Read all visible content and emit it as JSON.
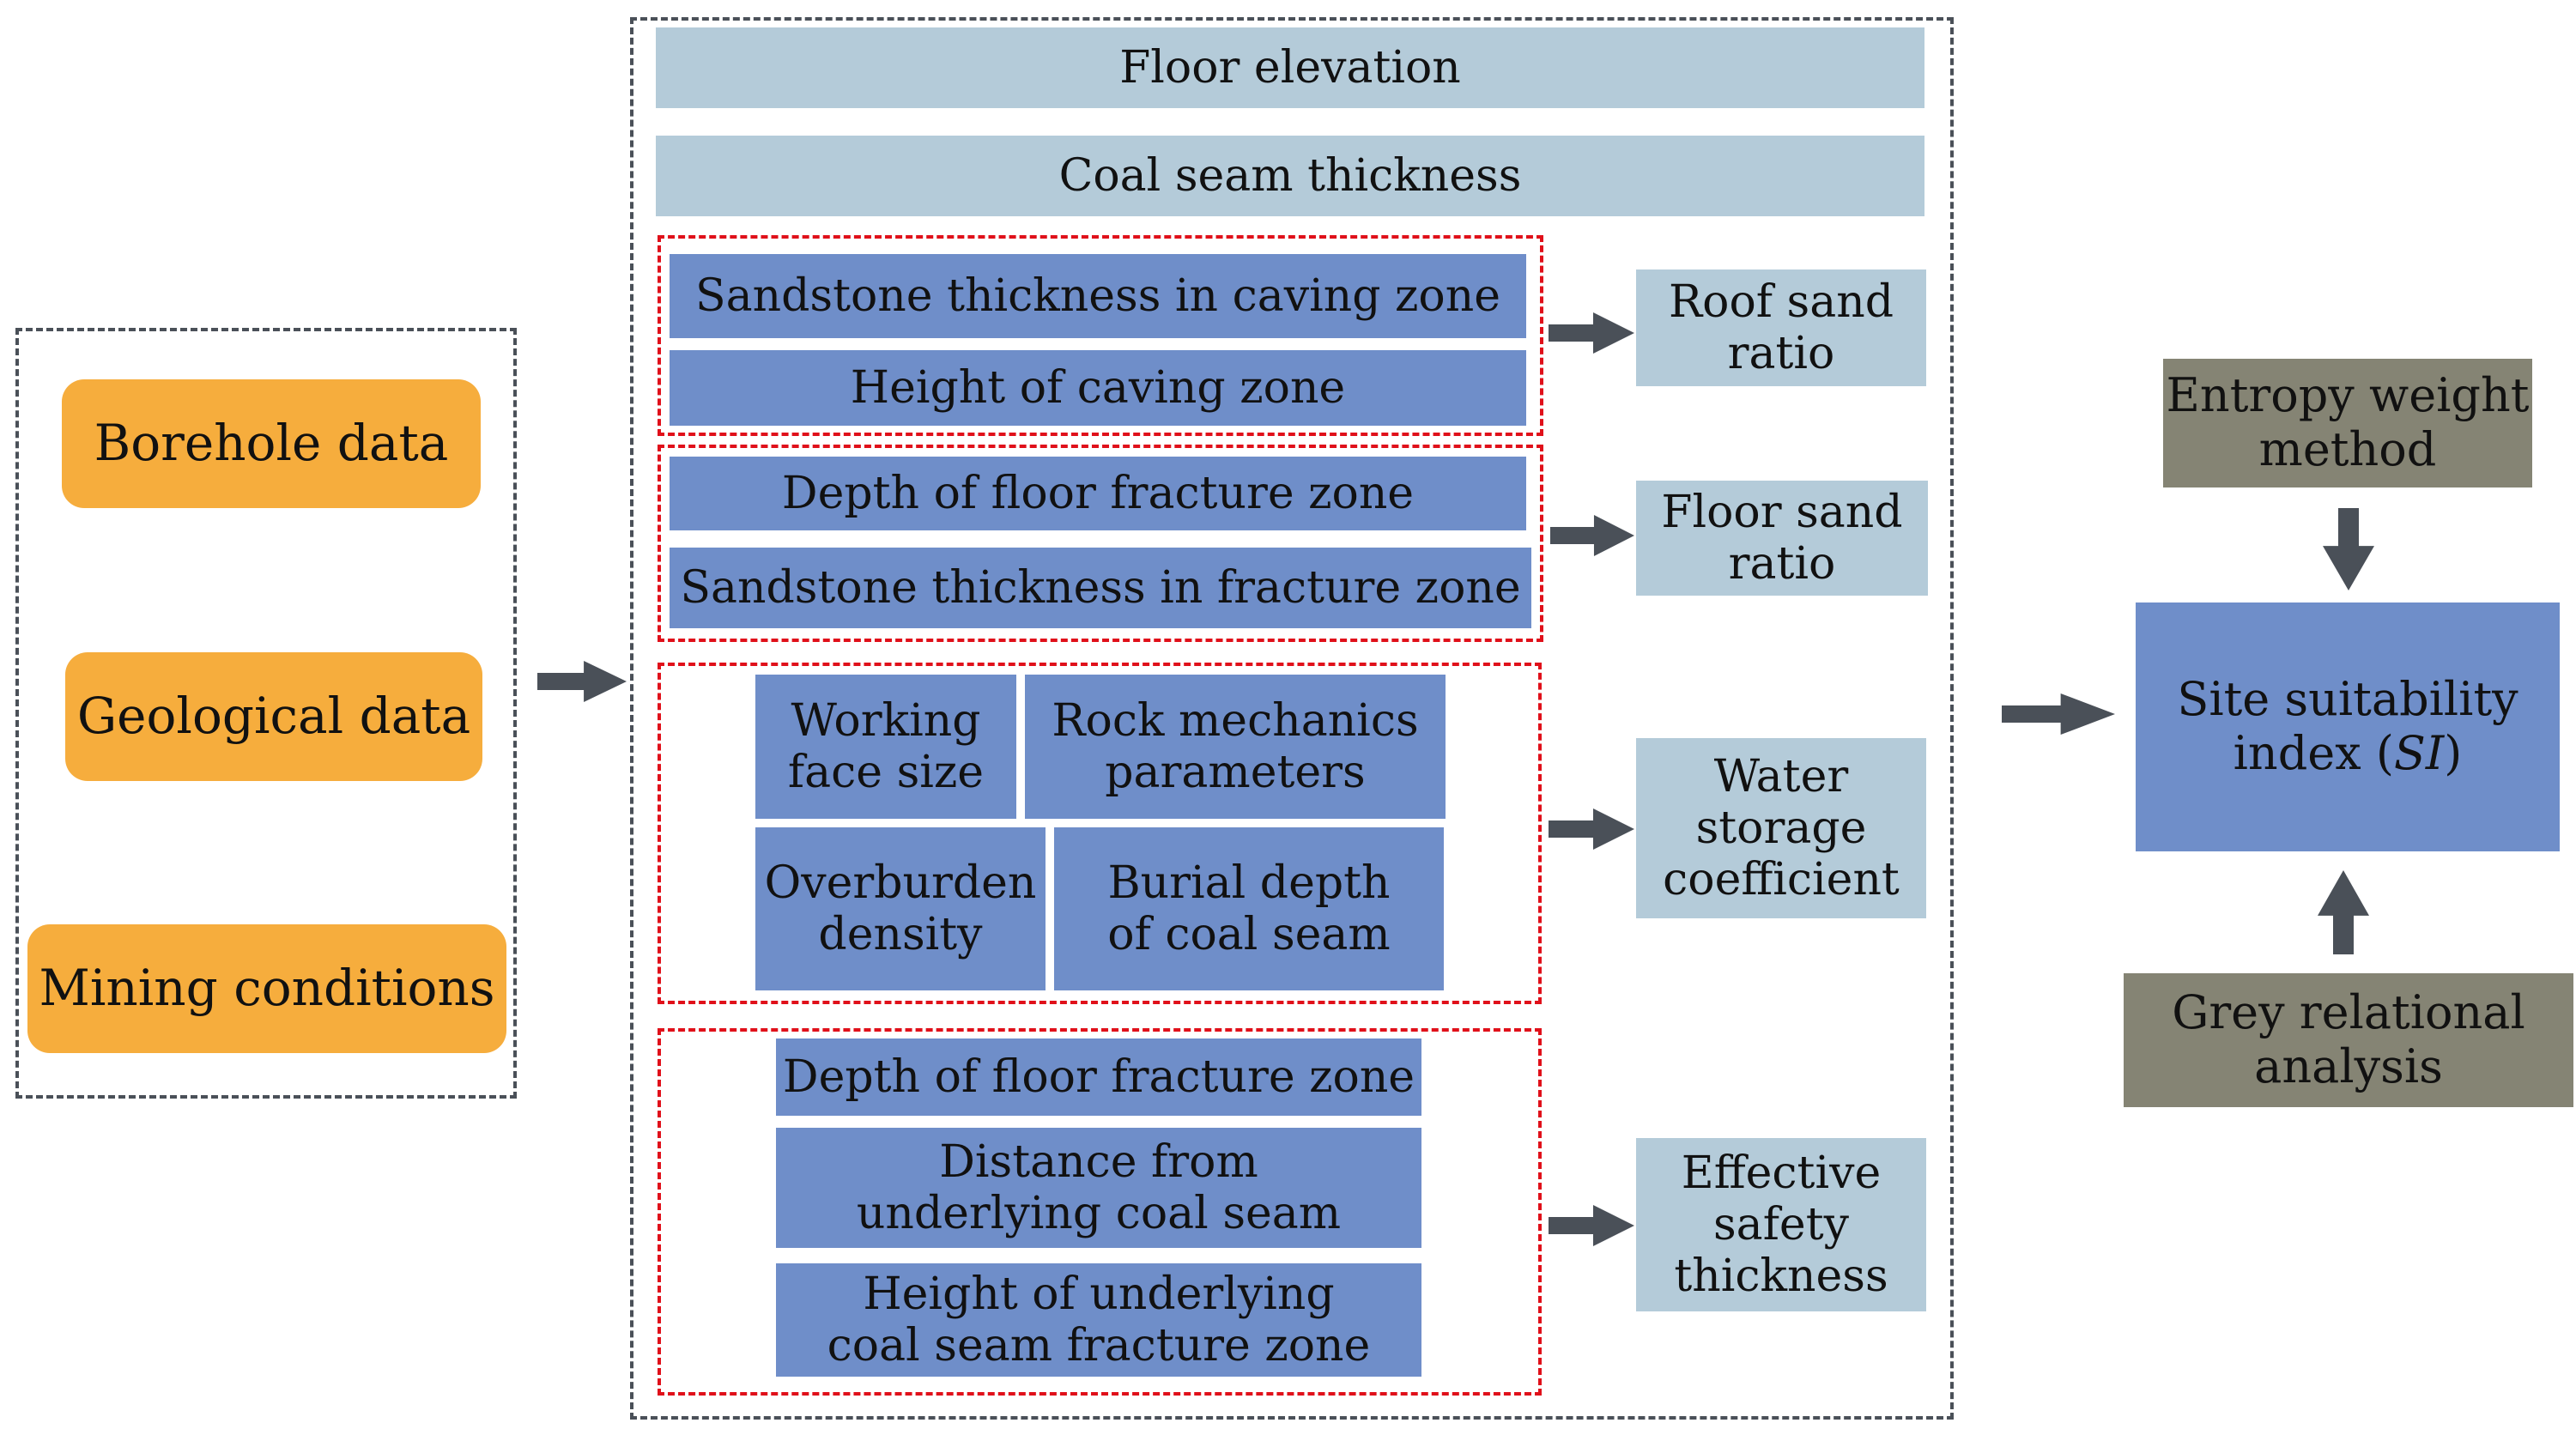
{
  "inputs": [
    {
      "label": "Borehole data"
    },
    {
      "label": "Geological data"
    },
    {
      "label": "Mining conditions"
    }
  ],
  "top_factors": [
    {
      "label": "Floor elevation"
    },
    {
      "label": "Coal seam thickness"
    }
  ],
  "groups": [
    {
      "items": [
        "Sandstone thickness in caving zone",
        "Height of caving zone"
      ],
      "result": "Roof sand\nratio"
    },
    {
      "items": [
        "Depth of floor fracture zone",
        "Sandstone thickness in fracture zone"
      ],
      "result": "Floor sand\nratio"
    },
    {
      "items": [
        "Working\nface size",
        "Rock mechanics\nparameters",
        "Overburden\ndensity",
        "Burial depth\nof coal seam"
      ],
      "result": "Water\nstorage\ncoefficient"
    },
    {
      "items": [
        "Depth of floor fracture zone",
        "Distance from\nunderlying coal seam",
        "Height of underlying\ncoal seam fracture zone"
      ],
      "result": "Effective\nsafety\nthickness"
    }
  ],
  "methods": {
    "top": "Entropy weight\nmethod",
    "bottom": "Grey relational\nanalysis"
  },
  "output": {
    "prefix": "Site suitability\nindex (",
    "symbol": "SI",
    "suffix": ")"
  },
  "colors": {
    "input_fill": "#f6ad3d",
    "factor_fill": "#b4cbd9",
    "item_fill": "#6f8ec9",
    "method_fill": "#858474",
    "arrow": "#4a5058",
    "red_dash": "#e0101a"
  }
}
